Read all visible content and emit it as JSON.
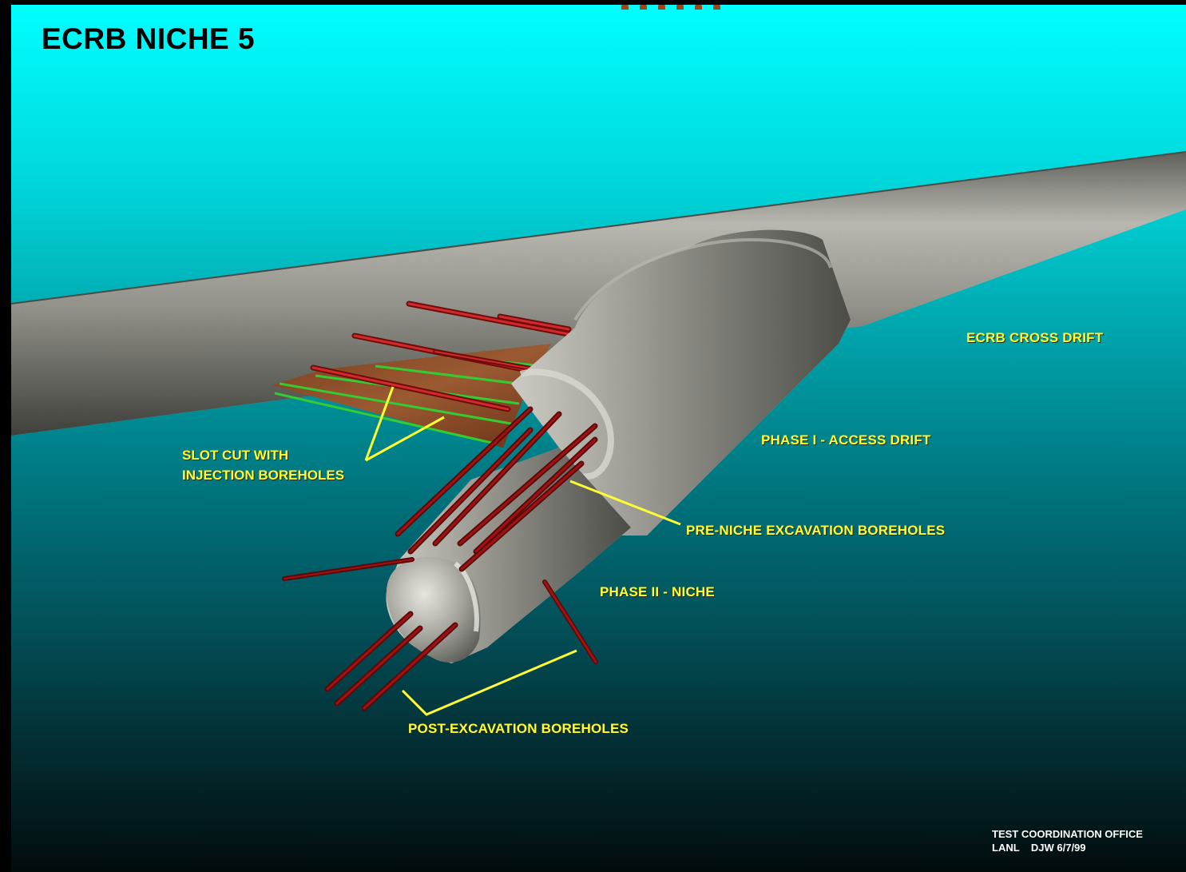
{
  "title": "ECRB NICHE 5",
  "labels": {
    "cross_drift": "ECRB CROSS DRIFT",
    "access_drift": "PHASE I - ACCESS DRIFT",
    "slot_cut_line1": "SLOT CUT WITH",
    "slot_cut_line2": "INJECTION BOREHOLES",
    "pre_niche": "PRE-NICHE EXCAVATION BOREHOLES",
    "niche": "PHASE II - NICHE",
    "post_excavation": "POST-EXCAVATION BOREHOLES"
  },
  "credits": {
    "line1": "TEST COORDINATION OFFICE",
    "line2": "LANL    DJW 6/7/99"
  },
  "colors": {
    "label": "#ffff33",
    "borehole": "#a01212",
    "slot_line": "#33cc33",
    "slot_fill": "#8a4a26",
    "rock": "#8c8c86",
    "background_top": "#00ffff",
    "background_bottom": "#020c0d"
  }
}
